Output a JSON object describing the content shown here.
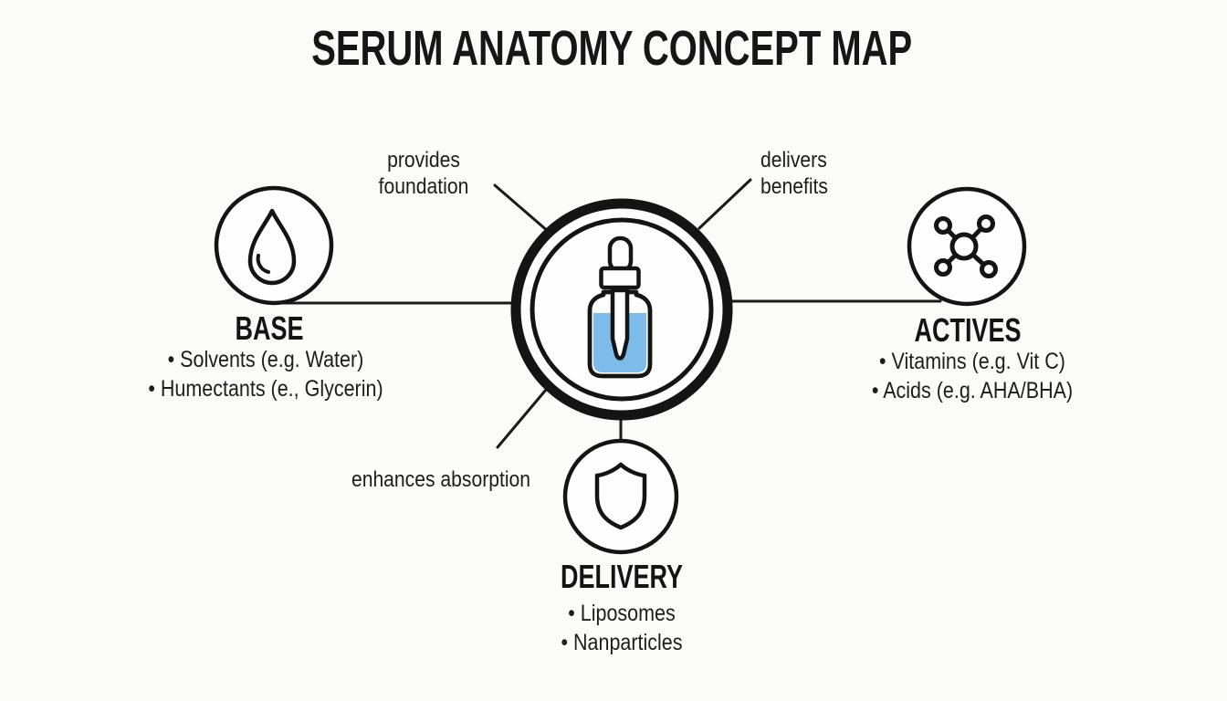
{
  "title": "SERUM ANATOMY CONCEPT MAP",
  "colors": {
    "ink": "#161616",
    "liquid": "#7dbbea",
    "background": "#fbfbfa"
  },
  "center_node": {
    "icon": "dropper-bottle-icon"
  },
  "edge_labels": {
    "provides": "provides foundation",
    "delivers": "delivers benefits",
    "enhances": "enhances absorption"
  },
  "nodes": {
    "base": {
      "label": "BASE",
      "icon": "droplet-icon",
      "items": [
        "• Solvents (e.g. Water)",
        "• Humectants (e., Glycerin)"
      ]
    },
    "actives": {
      "label": "ACTIVES",
      "icon": "molecule-icon",
      "items": [
        "• Vitamins (e.g. Vit C)",
        "• Acids (e.g. AHA/BHA)"
      ]
    },
    "delivery": {
      "label": "DELIVERY",
      "icon": "shield-icon",
      "items": [
        "• Liposomes",
        "• Nanparticles"
      ]
    }
  }
}
